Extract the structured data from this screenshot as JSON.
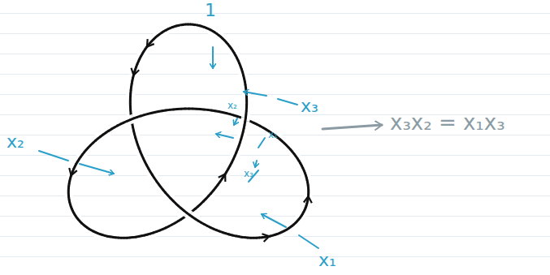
{
  "diagram": {
    "labels": [
      "1",
      "x₂",
      "x₃",
      "x₁",
      "x₂",
      "x₃",
      "x₁",
      "x₃x₂ = x₁x₃"
    ]
  }
}
